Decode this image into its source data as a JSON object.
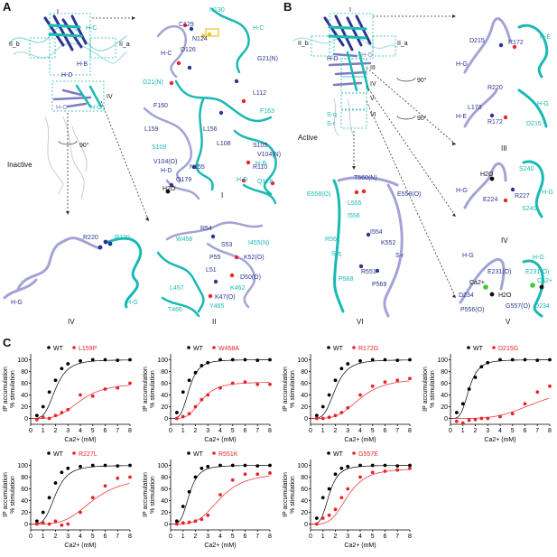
{
  "colors": {
    "wt": "#000000",
    "mut": "#e8232a",
    "cyan": "#19b9b3",
    "purple": "#7c7cc0",
    "navy": "#2b3590"
  },
  "panel_A": {
    "letter": "A",
    "state_label": "Inactive",
    "rotation": "90°",
    "overview_labels": [
      "I",
      "II_b",
      "II_a",
      "IV",
      "H-D",
      "H-G",
      "H-B",
      "H-C",
      "H-G"
    ],
    "inset_I": {
      "roman": "I",
      "labels": [
        "N130",
        "C129",
        "N124",
        "D126",
        "G21(N)",
        "G21(N)",
        "L112",
        "F160",
        "L159",
        "L156",
        "L108",
        "S105",
        "V104(N)",
        "H-B",
        "H-D",
        "Q179",
        "H2O",
        "N155",
        "Q178",
        "H-D",
        "H-C",
        "H-C",
        "F163",
        "R110",
        "S109",
        "V104(O)"
      ]
    },
    "inset_IV": {
      "roman": "IV",
      "labels": [
        "R220",
        "R220",
        "H-G",
        "H-G"
      ]
    },
    "inset_II": {
      "roman": "II",
      "labels": [
        "R54",
        "S53",
        "I455(N)",
        "K52(O)",
        "P55",
        "L51",
        "D50(O)",
        "K47(O)",
        "K462",
        "W458",
        "L457",
        "Y465",
        "T466"
      ]
    }
  },
  "panel_B": {
    "letter": "B",
    "state_label": "Active",
    "overview_labels": [
      "I",
      "II_b",
      "II_a",
      "III",
      "IV",
      "V",
      "VI",
      "H-D",
      "H-G",
      "S-q",
      "S-r"
    ],
    "rotation_1": "90°",
    "rotation_2": "90°",
    "inset_III": {
      "roman": "III",
      "labels": [
        "D215",
        "R172",
        "H-E",
        "H-G",
        "R220",
        "L173",
        "R172",
        "D215",
        "H-E",
        "H-G"
      ]
    },
    "inset_IV": {
      "roman": "IV",
      "labels": [
        "S240",
        "H2O",
        "H-G",
        "E224",
        "R227",
        "S240",
        "H-G"
      ]
    },
    "inset_V": {
      "roman": "V",
      "labels": [
        "H-G",
        "E231(O)",
        "Ca2+",
        "D234",
        "H2O",
        "G557(O)",
        "P556(O)",
        "E231(O)",
        "Ca2+",
        "D234",
        "H-G"
      ]
    },
    "inset_VI": {
      "roman": "VI",
      "labels": [
        "T560(N)",
        "E558(O)",
        "E558(O)",
        "I554",
        "K552",
        "S-q",
        "S-r",
        "R551",
        "P569",
        "P568",
        "L555",
        "R561",
        "I556"
      ]
    }
  },
  "panel_C": {
    "letter": "C",
    "y_label_line1": "IP accumulation",
    "y_label_line2": "% stimulation",
    "x_label": "Ca2+ (mM)",
    "wt_label": "WT",
    "x_ticks": [
      "0",
      "1",
      "2",
      "3",
      "4",
      "5",
      "6",
      "7",
      "8"
    ],
    "y_ticks": [
      "0",
      "20",
      "40",
      "60",
      "80",
      "100"
    ]
  },
  "chart_data": [
    {
      "type": "line",
      "mutant": "L159P",
      "xlim": [
        0,
        8
      ],
      "ylim": [
        0,
        100
      ],
      "series": [
        {
          "name": "WT",
          "x": [
            0.5,
            1,
            1.5,
            2,
            2.5,
            3,
            4,
            5,
            6,
            7,
            8
          ],
          "y": [
            5,
            20,
            45,
            65,
            85,
            93,
            98,
            100,
            100,
            99,
            100
          ]
        },
        {
          "name": "L159P",
          "x": [
            0.5,
            1,
            1.5,
            2,
            2.5,
            3,
            4,
            5,
            6,
            7,
            8
          ],
          "y": [
            -2,
            2,
            0,
            5,
            10,
            15,
            40,
            38,
            50,
            52,
            60
          ]
        }
      ]
    },
    {
      "type": "line",
      "mutant": "W458A",
      "xlim": [
        0,
        8
      ],
      "ylim": [
        0,
        100
      ],
      "series": [
        {
          "name": "WT",
          "x": [
            0.5,
            1,
            1.5,
            2,
            2.5,
            3,
            4,
            5,
            6,
            7,
            8
          ],
          "y": [
            10,
            45,
            65,
            78,
            90,
            95,
            100,
            100,
            100,
            99,
            100
          ]
        },
        {
          "name": "W458A",
          "x": [
            0.5,
            1,
            1.5,
            2,
            2.5,
            3,
            4,
            5,
            6,
            7,
            8
          ],
          "y": [
            0,
            3,
            8,
            20,
            32,
            40,
            52,
            60,
            62,
            58,
            58
          ]
        }
      ]
    },
    {
      "type": "line",
      "mutant": "R172G",
      "xlim": [
        0,
        8
      ],
      "ylim": [
        0,
        100
      ],
      "series": [
        {
          "name": "WT",
          "x": [
            0.5,
            1,
            1.5,
            2,
            2.5,
            3,
            4,
            5,
            6,
            7,
            8
          ],
          "y": [
            5,
            20,
            40,
            65,
            85,
            93,
            98,
            100,
            100,
            99,
            100
          ]
        },
        {
          "name": "R172G",
          "x": [
            0.5,
            1,
            1.5,
            2,
            2.5,
            3,
            4,
            5,
            6,
            7,
            8
          ],
          "y": [
            0,
            0,
            2,
            5,
            10,
            18,
            40,
            55,
            62,
            65,
            68
          ]
        }
      ]
    },
    {
      "type": "line",
      "mutant": "D215G",
      "xlim": [
        0,
        8
      ],
      "ylim": [
        0,
        100
      ],
      "series": [
        {
          "name": "WT",
          "x": [
            0.5,
            1,
            1.5,
            2,
            2.5,
            3,
            4,
            5,
            6,
            7,
            8
          ],
          "y": [
            10,
            25,
            50,
            70,
            88,
            95,
            100,
            100,
            100,
            99,
            100
          ]
        },
        {
          "name": "D215G",
          "x": [
            0.5,
            1,
            1.5,
            2,
            2.5,
            3,
            4,
            5,
            6,
            7,
            8
          ],
          "y": [
            -5,
            -8,
            -3,
            -2,
            0,
            0,
            3,
            8,
            25,
            45,
            55
          ]
        }
      ]
    },
    {
      "type": "line",
      "mutant": "R227L",
      "xlim": [
        0,
        8
      ],
      "ylim": [
        0,
        100
      ],
      "series": [
        {
          "name": "WT",
          "x": [
            0.5,
            1,
            1.5,
            2,
            2.5,
            3,
            4,
            5,
            6,
            7,
            8
          ],
          "y": [
            5,
            20,
            45,
            70,
            88,
            95,
            98,
            100,
            100,
            99,
            100
          ]
        },
        {
          "name": "R227L",
          "x": [
            0.5,
            1,
            1.5,
            2,
            2.5,
            3,
            4,
            5,
            6,
            7,
            8
          ],
          "y": [
            0,
            2,
            0,
            5,
            -2,
            0,
            20,
            45,
            65,
            78,
            80
          ]
        }
      ]
    },
    {
      "type": "line",
      "mutant": "R551K",
      "xlim": [
        0,
        8
      ],
      "ylim": [
        0,
        100
      ],
      "series": [
        {
          "name": "WT",
          "x": [
            0.5,
            1,
            1.5,
            2,
            2.5,
            3,
            4,
            5,
            6,
            7,
            8
          ],
          "y": [
            5,
            30,
            55,
            80,
            95,
            98,
            100,
            100,
            100,
            99,
            100
          ]
        },
        {
          "name": "R551K",
          "x": [
            0.5,
            1,
            1.5,
            2,
            2.5,
            3,
            4,
            5,
            6,
            7,
            8
          ],
          "y": [
            0,
            2,
            3,
            5,
            8,
            15,
            50,
            75,
            85,
            85,
            87
          ]
        }
      ]
    },
    {
      "type": "line",
      "mutant": "G557E",
      "xlim": [
        0,
        8
      ],
      "ylim": [
        0,
        100
      ],
      "series": [
        {
          "name": "WT",
          "x": [
            0.5,
            1,
            1.5,
            2,
            2.5,
            3,
            4,
            5,
            6,
            7,
            8
          ],
          "y": [
            10,
            45,
            60,
            85,
            95,
            98,
            100,
            100,
            100,
            99,
            100
          ]
        },
        {
          "name": "G557E",
          "x": [
            0.5,
            1,
            1.5,
            2,
            2.5,
            3,
            4,
            5,
            6,
            7,
            8
          ],
          "y": [
            0,
            10,
            15,
            25,
            45,
            60,
            80,
            88,
            90,
            92,
            95
          ]
        }
      ]
    }
  ]
}
